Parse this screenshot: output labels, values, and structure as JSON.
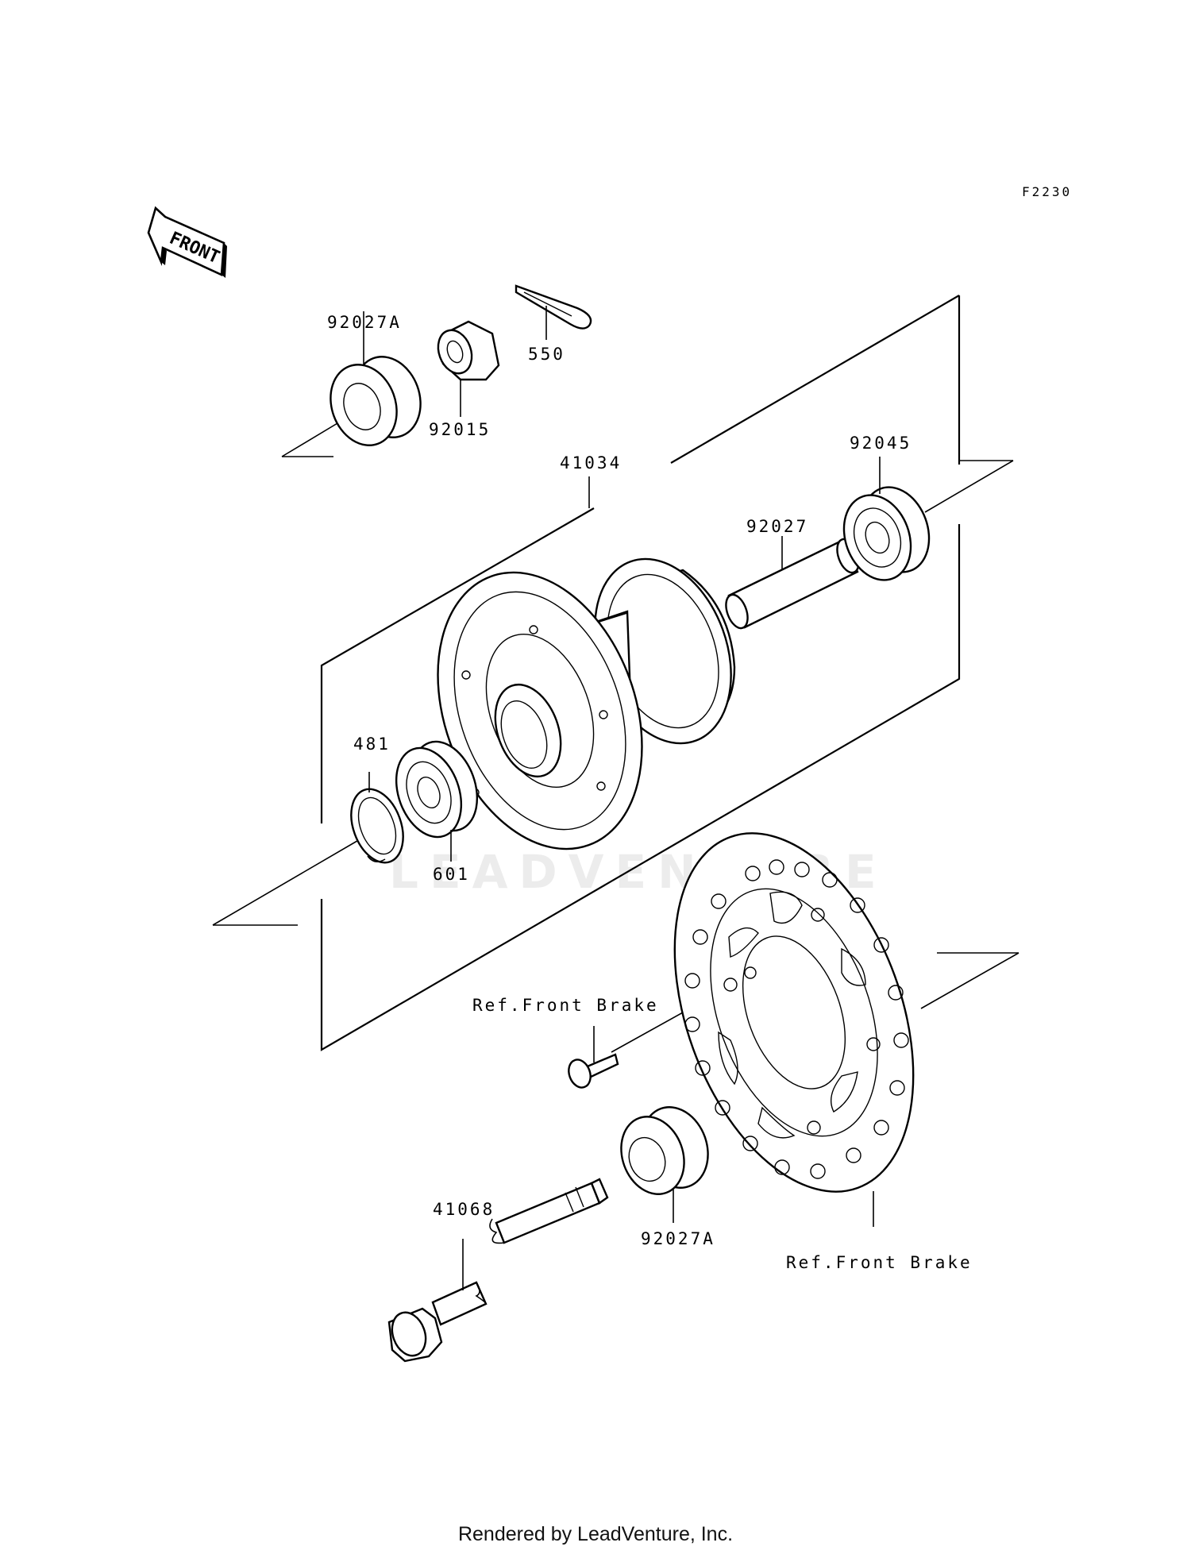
{
  "diagram": {
    "code": "F2230",
    "front_arrow_label": "FRONT",
    "watermark": "LEADVENTURE",
    "labels": {
      "p92027A_top": "92027A",
      "p92015": "92015",
      "p550": "550",
      "p41034": "41034",
      "p92045": "92045",
      "p92027": "92027",
      "p481": "481",
      "p601": "601",
      "ref_front_brake_1": "Ref.Front Brake",
      "ref_front_brake_2": "Ref.Front Brake",
      "p41068": "41068",
      "p92027A_bottom": "92027A"
    }
  },
  "footer": {
    "rendered_by": "Rendered by LeadVenture, Inc."
  }
}
